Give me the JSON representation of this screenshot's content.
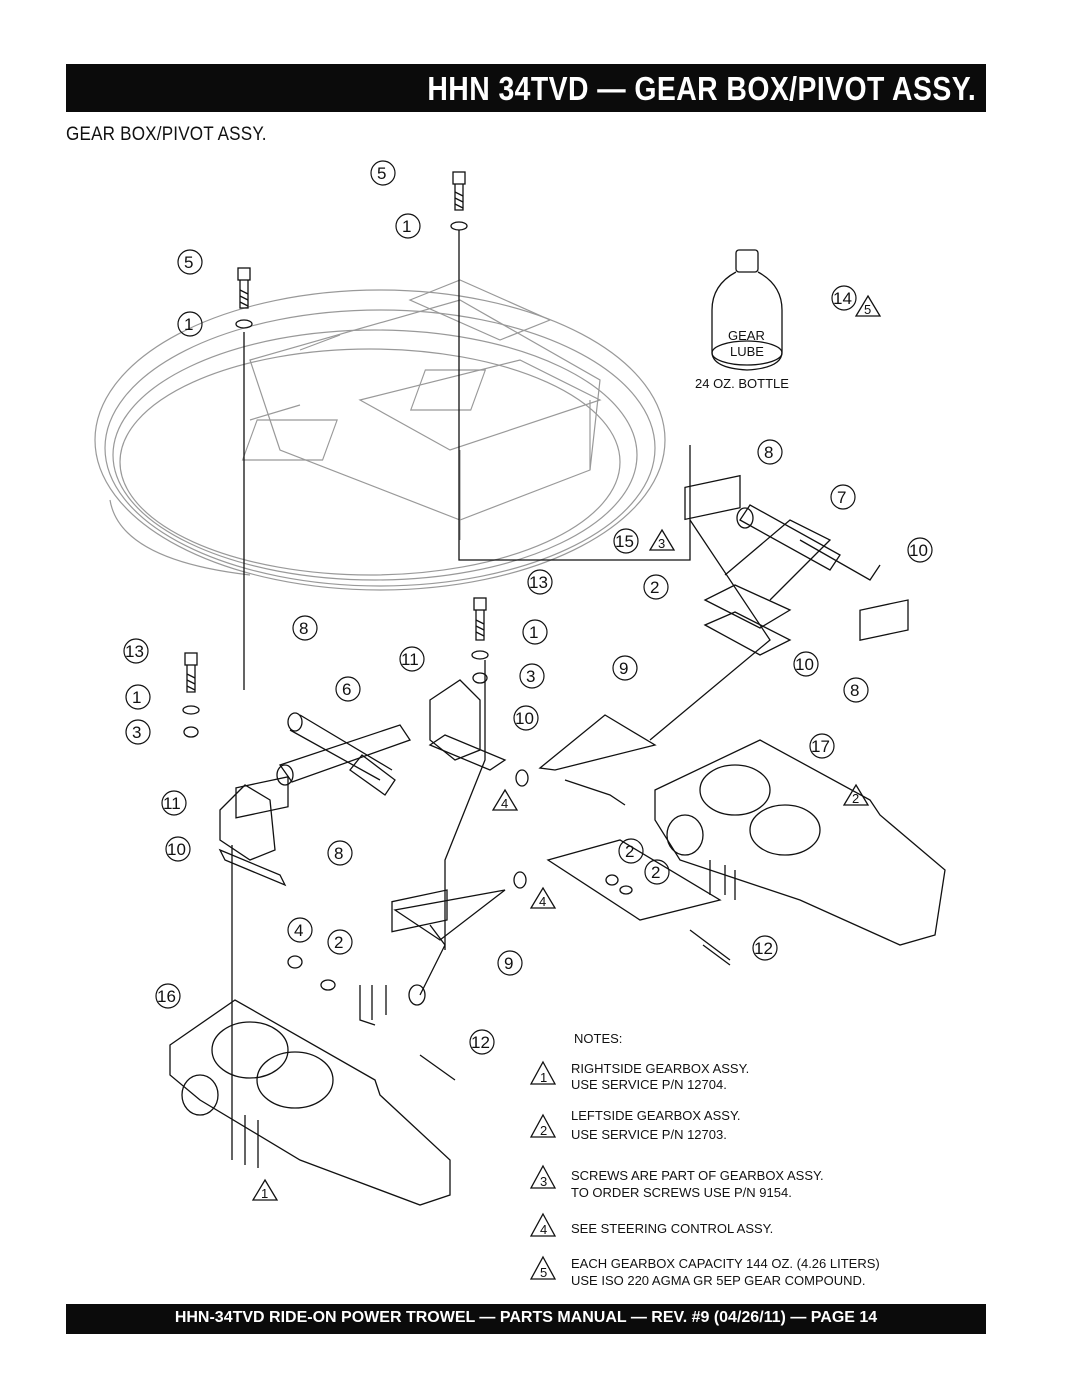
{
  "header": {
    "title": "HHN 34TVD — GEAR BOX/PIVOT ASSY."
  },
  "section_title": "GEAR BOX/PIVOT ASSY.",
  "bottle": {
    "label_line1": "GEAR",
    "label_line2": "LUBE",
    "caption": "24 OZ. BOTTLE"
  },
  "callouts": [
    "5",
    "1",
    "5",
    "1",
    "14",
    "8",
    "7",
    "15",
    "10",
    "13",
    "2",
    "8",
    "1",
    "13",
    "11",
    "3",
    "9",
    "10",
    "1",
    "6",
    "8",
    "3",
    "10",
    "17",
    "11",
    "2",
    "10",
    "8",
    "4",
    "2",
    "4",
    "2",
    "4",
    "9",
    "12",
    "16",
    "12"
  ],
  "notes": {
    "heading": "NOTES:",
    "items": [
      {
        "num": "1",
        "line1": "RIGHTSIDE GEARBOX ASSY.",
        "line2": "USE SERVICE P/N 12704."
      },
      {
        "num": "2",
        "line1": "LEFTSIDE GEARBOX ASSY.",
        "line2": "USE SERVICE P/N 12703."
      },
      {
        "num": "3",
        "line1": "SCREWS ARE PART OF GEARBOX ASSY.",
        "line2": "TO ORDER SCREWS USE P/N 9154."
      },
      {
        "num": "4",
        "line1": "SEE STEERING CONTROL ASSY.",
        "line2": ""
      },
      {
        "num": "5",
        "line1": "EACH GEARBOX CAPACITY 144 OZ. (4.26 LITERS)",
        "line2": "USE ISO 220 AGMA GR 5EP GEAR COMPOUND."
      }
    ]
  },
  "flags": [
    "5",
    "3",
    "4",
    "4",
    "2",
    "1"
  ],
  "footer": {
    "text": "HHN-34TVD  RIDE-ON POWER TROWEL — PARTS MANUAL — REV. #9 (04/26/11) — PAGE 14"
  }
}
